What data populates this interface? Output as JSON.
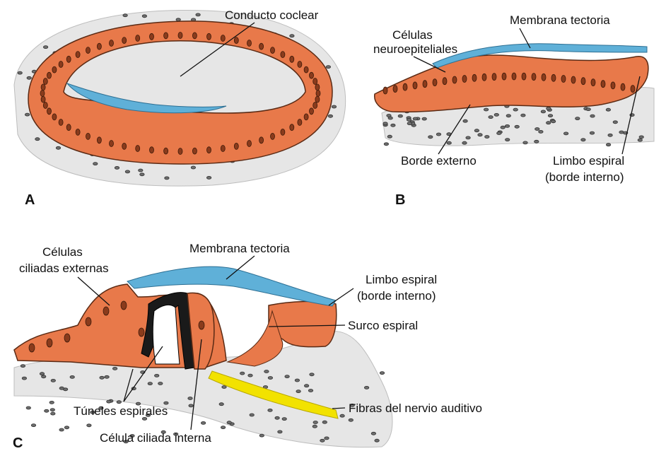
{
  "panels": {
    "a": {
      "letter": "A",
      "labels": {
        "duct": "Conducto coclear"
      }
    },
    "b": {
      "letter": "B",
      "labels": {
        "tectorial": "Membrana tectoria",
        "neuro_1": "Células",
        "neuro_2": "neuroepiteliales",
        "outer_edge": "Borde externo",
        "limbus_1": "Limbo espiral",
        "limbus_2": "(borde interno)"
      }
    },
    "c": {
      "letter": "C",
      "labels": {
        "outer_hair_1": "Células",
        "outer_hair_2": "ciliadas externas",
        "tectorial": "Membrana tectoria",
        "limbus_1": "Limbo espiral",
        "limbus_2": "(borde interno)",
        "sulcus": "Surco espiral",
        "tunnels": "Túneles espirales",
        "inner_hair": "Célula ciliada interna",
        "nerve": "Fibras del nervio auditivo"
      }
    }
  },
  "colors": {
    "epithelium": "#e8794a",
    "epithelium_stroke": "#5a2a14",
    "membrane": "#5fb0d8",
    "connective": "#e6e6e6",
    "nerve": "#f2e200",
    "pillar": "#1a1a1a"
  }
}
